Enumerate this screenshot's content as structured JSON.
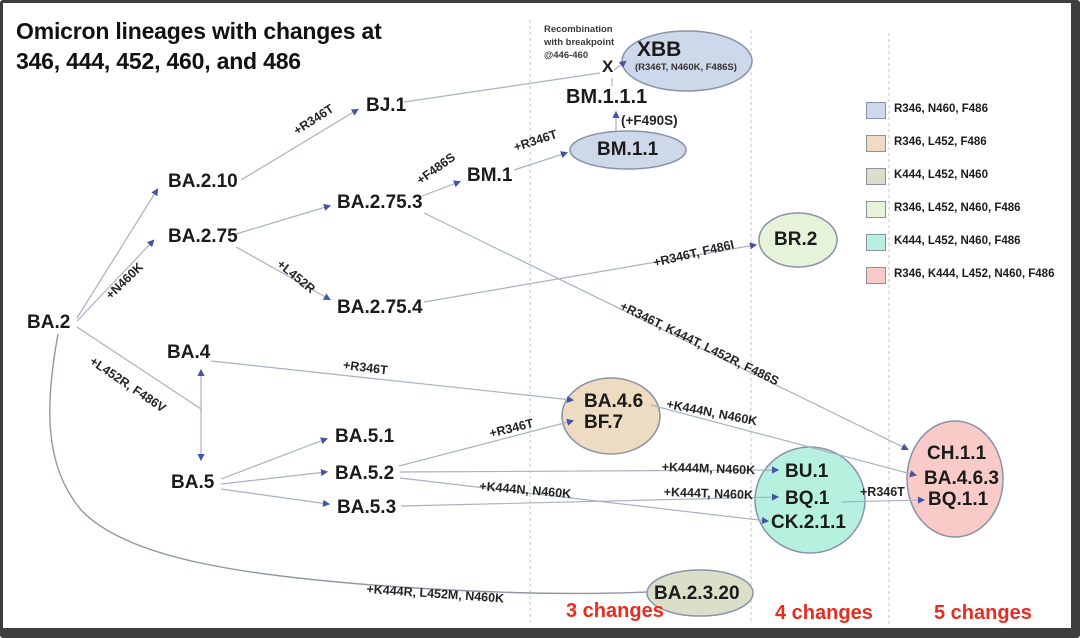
{
  "title": {
    "line1": "Omicron lineages with changes at",
    "line2": "346, 444, 452, 460, and 486"
  },
  "note": {
    "line1": "Recombination",
    "line2": "with breakpoint",
    "line3": "@446-460"
  },
  "nodes": {
    "ba2": "BA.2",
    "ba210": "BA.2.10",
    "ba275": "BA.2.75",
    "ba2753": "BA.2.75.3",
    "ba2754": "BA.2.75.4",
    "bj1": "BJ.1",
    "bm1": "BM.1",
    "bm111": "BM.1.1.1",
    "x": "X",
    "ba4": "BA.4",
    "ba5": "BA.5",
    "ba51": "BA.5.1",
    "ba52": "BA.5.2",
    "ba53": "BA.5.3"
  },
  "ellipse_labels": {
    "xbb": "XBB",
    "xbb_sub": "(R346T, N460K, F486S)",
    "bm11": "BM.1.1",
    "br2": "BR.2",
    "ba46": "BA.4.6",
    "bf7": "BF.7",
    "bu1": "BU.1",
    "bq1": "BQ.1",
    "ck211": "CK.2.1.1",
    "ch11": "CH.1.1",
    "ba463": "BA.4.6.3",
    "bq11": "BQ.1.1",
    "ba2320": "BA.2.3.20"
  },
  "edge_labels": {
    "n460k": "+N460K",
    "l452r_f486v": "+L452R, F486V",
    "r346t_bj1": "+R346T",
    "f486s": "+F486S",
    "r346t_bm11": "+R346T",
    "f490s": "(+F490S)",
    "l452r": "+L452R",
    "r346t_f486i": "+R346T, F486I",
    "combo4": "+R346T, K444T, L452R, F486S",
    "r346t_ba46": "+R346T",
    "r346t_bf7": "+R346T",
    "k444n_n460k_a": "+K444N, N460K",
    "k444m_n460k": "+K444M, N460K",
    "k444n_n460k_b": "+K444N, N460K",
    "k444t_n460k": "+K444T, N460K",
    "r346t_bq11": "+R346T",
    "k444r_l452m_n460k": "+K444R, L452M, N460K"
  },
  "zones": {
    "three": "3 changes",
    "four": "4 changes",
    "five": "5 changes"
  },
  "legend": [
    {
      "color": "#cdd9ea",
      "label": "R346, N460, F486"
    },
    {
      "color": "#eddcc2",
      "label": "R346, L452, F486"
    },
    {
      "color": "#dbdfca",
      "label": "K444, L452, N460"
    },
    {
      "color": "#e7f2da",
      "label": "R346, L452, N460, F486"
    },
    {
      "color": "#b5f1de",
      "label": "K444, L452, N460, F486"
    },
    {
      "color": "#f8cbc9",
      "label": "R346, K444, L452, N460, F486"
    }
  ],
  "colors": {
    "blue": "#cdd9ea",
    "tan": "#eddcc2",
    "olive": "#dbdfca",
    "green": "#e7f2da",
    "mint": "#b5f1de",
    "pink": "#f8cbc9",
    "stroke": "#8a92a8",
    "edge": "#a9b1c7",
    "curve": "#8e96aa",
    "arrow": "#4454a5",
    "dashed": "#c2c5cd",
    "red": "#e92c1e"
  }
}
